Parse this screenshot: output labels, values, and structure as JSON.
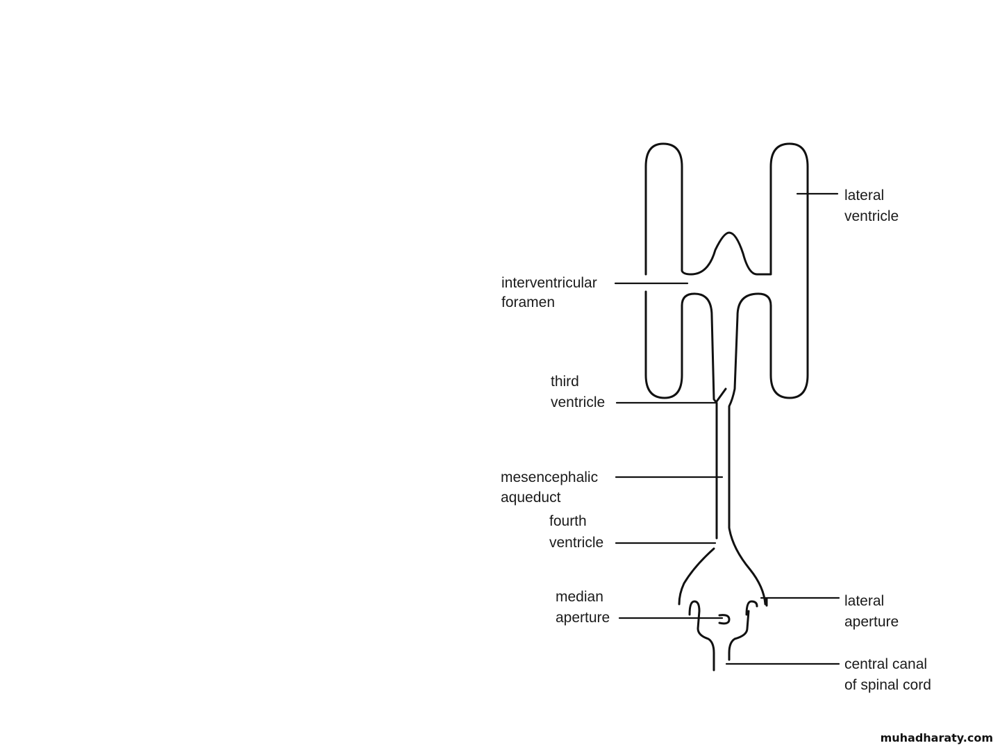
{
  "labels": {
    "lateral_ventricle": [
      "lateral",
      "ventricle"
    ],
    "interventricular_foramen": [
      "interventricular",
      "foramen"
    ],
    "third_ventricle": [
      "third",
      "ventricle"
    ],
    "mesencephalic_aqueduct": [
      "mesencephalic",
      "aqueduct"
    ],
    "fourth_ventricle": [
      "fourth",
      "ventricle"
    ],
    "median_aperture": [
      "median",
      "aperture"
    ],
    "lateral_aperture": [
      "lateral",
      "aperture"
    ],
    "central_canal": [
      "central canal",
      "of spinal cord"
    ]
  },
  "watermark": "muhadharaty.com"
}
